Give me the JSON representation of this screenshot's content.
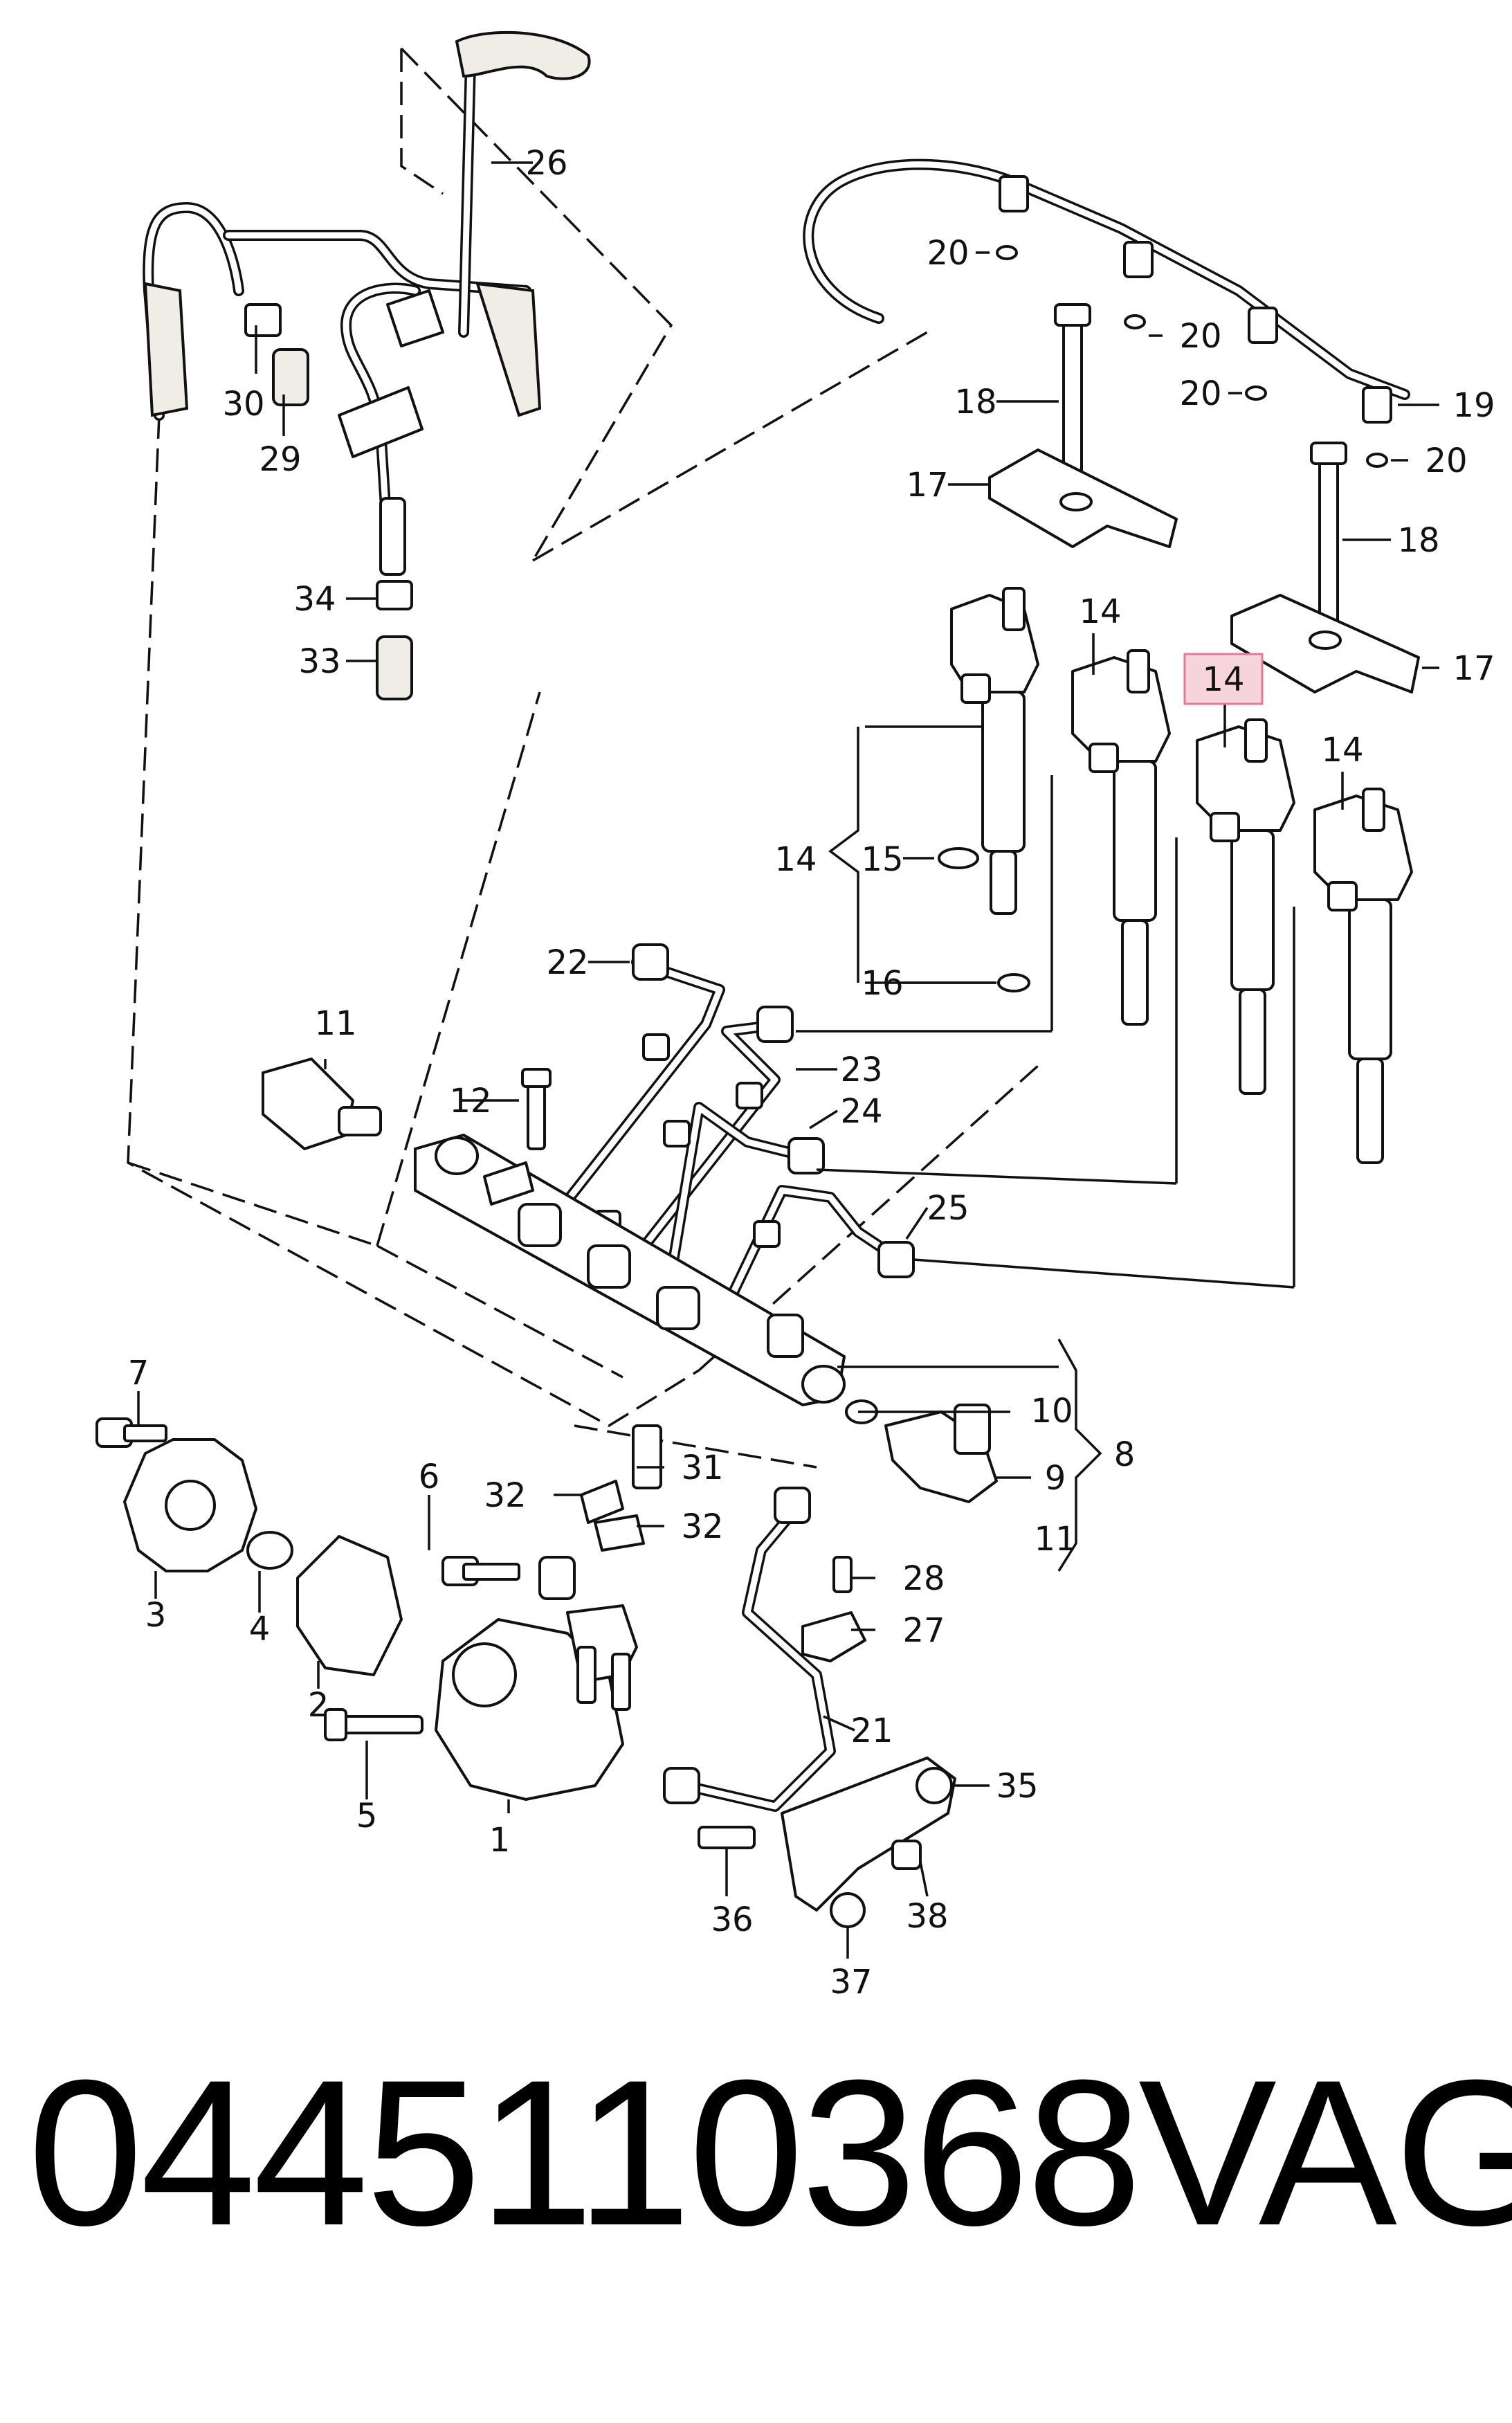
{
  "diagram": {
    "highlight_color": "#f6d4dc",
    "callouts": [
      {
        "id": "c1",
        "label": "1"
      },
      {
        "id": "c2",
        "label": "2"
      },
      {
        "id": "c3",
        "label": "3"
      },
      {
        "id": "c4",
        "label": "4"
      },
      {
        "id": "c5",
        "label": "5"
      },
      {
        "id": "c6",
        "label": "6"
      },
      {
        "id": "c7",
        "label": "7"
      },
      {
        "id": "c8",
        "label": "8"
      },
      {
        "id": "c9",
        "label": "9"
      },
      {
        "id": "c10",
        "label": "10"
      },
      {
        "id": "c11a",
        "label": "11"
      },
      {
        "id": "c11b",
        "label": "11"
      },
      {
        "id": "c12",
        "label": "12"
      },
      {
        "id": "c14a",
        "label": "14"
      },
      {
        "id": "c14b",
        "label": "14"
      },
      {
        "id": "c14c",
        "label": "14",
        "highlighted": true
      },
      {
        "id": "c14d",
        "label": "14"
      },
      {
        "id": "c14e",
        "label": "14"
      },
      {
        "id": "c15",
        "label": "15"
      },
      {
        "id": "c16",
        "label": "16"
      },
      {
        "id": "c17a",
        "label": "17"
      },
      {
        "id": "c17b",
        "label": "17"
      },
      {
        "id": "c18a",
        "label": "18"
      },
      {
        "id": "c18b",
        "label": "18"
      },
      {
        "id": "c19",
        "label": "19"
      },
      {
        "id": "c20a",
        "label": "20"
      },
      {
        "id": "c20b",
        "label": "20"
      },
      {
        "id": "c20c",
        "label": "20"
      },
      {
        "id": "c20d",
        "label": "20"
      },
      {
        "id": "c21",
        "label": "21"
      },
      {
        "id": "c22",
        "label": "22"
      },
      {
        "id": "c23",
        "label": "23"
      },
      {
        "id": "c24",
        "label": "24"
      },
      {
        "id": "c25",
        "label": "25"
      },
      {
        "id": "c26",
        "label": "26"
      },
      {
        "id": "c27",
        "label": "27"
      },
      {
        "id": "c28",
        "label": "28"
      },
      {
        "id": "c29",
        "label": "29"
      },
      {
        "id": "c30",
        "label": "30"
      },
      {
        "id": "c31",
        "label": "31"
      },
      {
        "id": "c32a",
        "label": "32"
      },
      {
        "id": "c32b",
        "label": "32"
      },
      {
        "id": "c33",
        "label": "33"
      },
      {
        "id": "c34",
        "label": "34"
      },
      {
        "id": "c35",
        "label": "35"
      },
      {
        "id": "c36",
        "label": "36"
      },
      {
        "id": "c37",
        "label": "37"
      },
      {
        "id": "c38",
        "label": "38"
      }
    ]
  },
  "footer": {
    "part_number": "0445110368",
    "brand": "VAG"
  }
}
